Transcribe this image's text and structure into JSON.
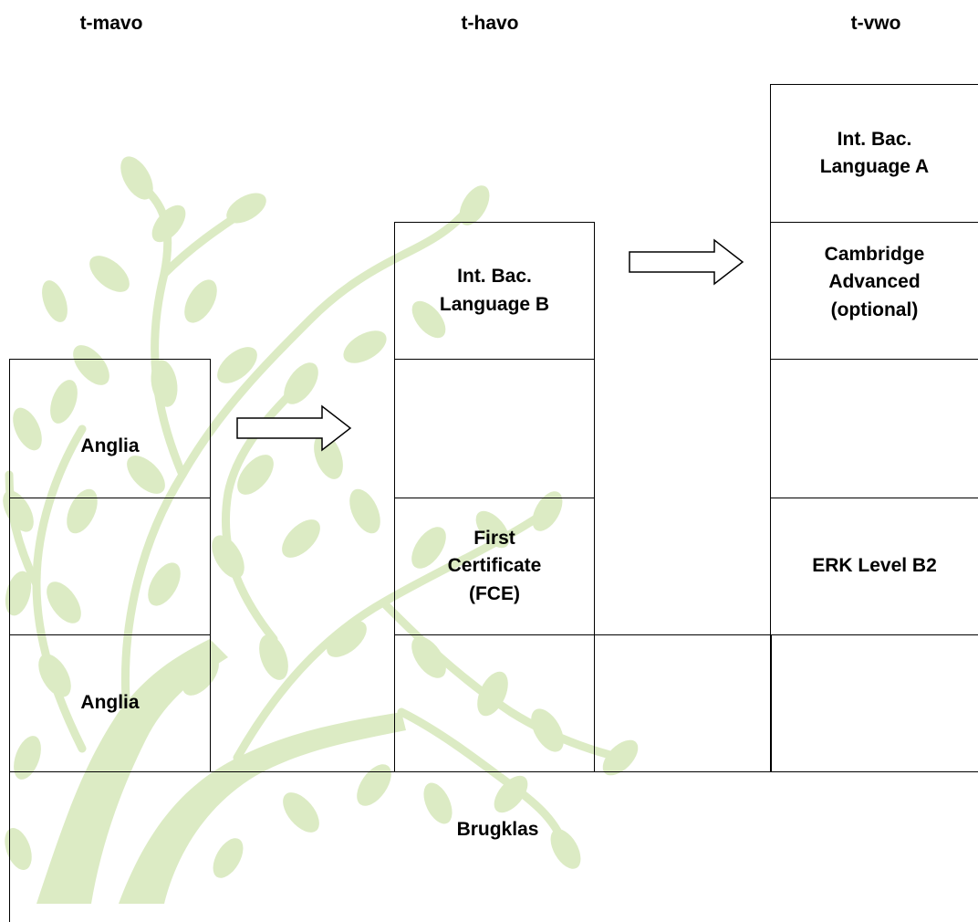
{
  "headings": {
    "tmavo": "t-mavo",
    "thavo": "t-havo",
    "tvwo": "t-vwo"
  },
  "cells": {
    "tmavo_upper": "Anglia",
    "tmavo_lower": "Anglia",
    "thavo_ib": "Int. Bac.\nLanguage B",
    "thavo_fce": "First\nCertificate\n(FCE)",
    "tvwo_ib": "Int. Bac.\nLanguage A",
    "tvwo_cae": "Cambridge\nAdvanced\n(optional)",
    "tvwo_erk": "ERK Level B2",
    "brugklas": "Brugklas"
  },
  "colors": {
    "border": "#000000",
    "tree_background": "#dcebc4",
    "text": "#000000"
  },
  "icons": {
    "arrow": "right-arrow-outline-icon",
    "background": "leafy-tree-watermark"
  }
}
